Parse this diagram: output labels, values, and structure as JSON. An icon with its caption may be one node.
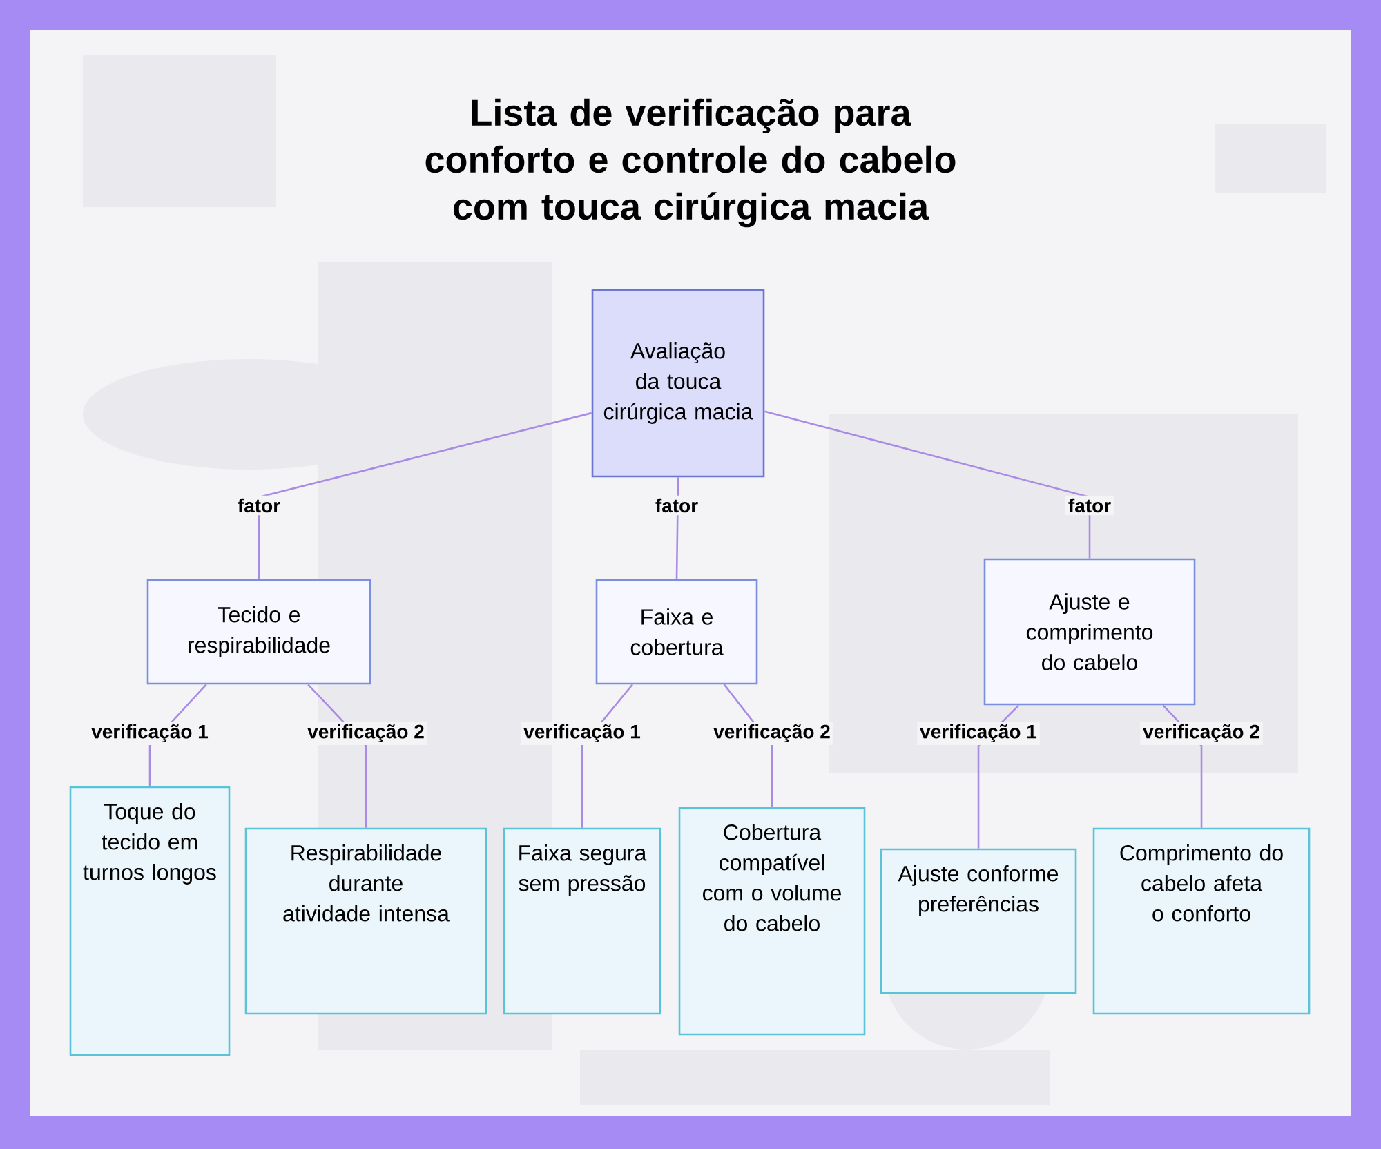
{
  "diagram": {
    "title": "Lista de verificação para conforto e controle do cabelo com touca cirúrgica macia",
    "nodes": [
      {
        "text": [
          "Avaliação da touca cirúrgica macia"
        ]
      },
      {
        "text": [
          "Tecido e respirabilidade"
        ]
      },
      {
        "text": [
          "Faixa e cobertura"
        ]
      },
      {
        "text": [
          "Ajuste e comprimento do cabelo"
        ]
      },
      {
        "text": [
          "Toque do tecido em turnos longos"
        ]
      },
      {
        "text": [
          "Respirabilidade durante atividade intensa"
        ]
      },
      {
        "text": [
          "Faixa segura sem pressão"
        ]
      },
      {
        "text": [
          "Cobertura compatível com o volume do cabelo"
        ]
      },
      {
        "text": [
          "Ajuste conforme preferências"
        ]
      },
      {
        "text": [
          "Comprimento do cabelo afeta o conforto"
        ]
      }
    ],
    "edges": [
      {
        "from": 0,
        "to": 1,
        "arrow": "none",
        "label": "fator"
      },
      {
        "from": 0,
        "to": 2,
        "arrow": "none",
        "label": "fator"
      },
      {
        "from": 0,
        "to": 3,
        "arrow": "none",
        "label": "fator"
      },
      {
        "from": 1,
        "to": 4,
        "arrow": "none",
        "label": "verificação 1"
      },
      {
        "from": 1,
        "to": 5,
        "arrow": "none",
        "label": "verificação 2"
      },
      {
        "from": 2,
        "to": 6,
        "arrow": "none",
        "label": "verificação 1"
      },
      {
        "from": 2,
        "to": 7,
        "arrow": "none",
        "label": "verificação 2"
      },
      {
        "from": 3,
        "to": 8,
        "arrow": "none",
        "label": "verificação 1"
      },
      {
        "from": 3,
        "to": 9,
        "arrow": "none",
        "label": "verificação 2"
      }
    ]
  }
}
